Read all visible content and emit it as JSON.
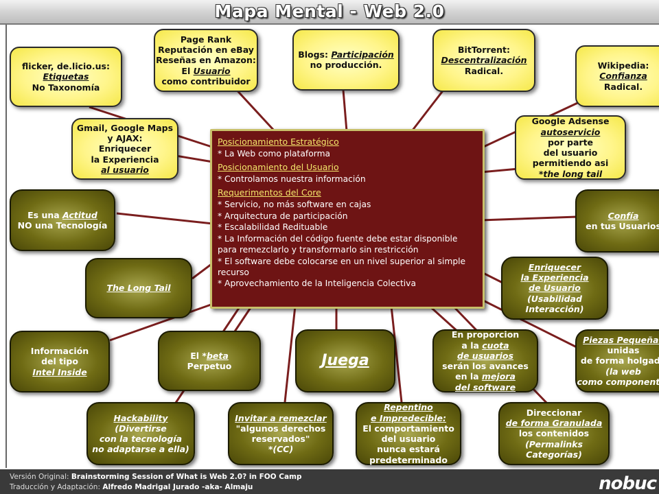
{
  "title": "Mapa Mental - Web 2.0",
  "center": {
    "sections": [
      {
        "heading": "Posicionamiento Estratégico",
        "items": [
          " * La Web como plataforma"
        ]
      },
      {
        "heading": "Posicionamiento del Usuario",
        "items": [
          " * Controlamos nuestra información"
        ]
      },
      {
        "heading": "Requerimentos del Core",
        "items": [
          " * Servicio, no más software en cajas",
          " * Arquitectura de participación",
          " * Escalabilidad Redituable",
          " * La Información del código fuente debe estar disponible para remezclarlo y transformarlo sin restricción",
          " * El software debe colocarse en un nivel superior al simple recurso",
          "* Aprovechamiento de la Inteligencia Colectiva"
        ]
      }
    ]
  },
  "nodes": {
    "flicker": [
      "flicker, de.licio.us:",
      "Etiquetas",
      "No Taxonomía"
    ],
    "pagerank": [
      "Page Rank",
      "Reputación en eBay",
      "Reseñas en Amazon:",
      "El ",
      "Usuario",
      "como contribuidor"
    ],
    "blogs": [
      "Blogs: ",
      "Participación",
      "no producción."
    ],
    "bittorrent": [
      "BitTorrent:",
      "Descentralización",
      "Radical."
    ],
    "wikipedia": [
      "Wikipedia:",
      "Confianza",
      "Radical."
    ],
    "gmail": [
      "Gmail, Google Maps",
      "y AJAX:",
      "Enriquecer",
      "la Experiencia",
      "al usuario"
    ],
    "adsense": [
      "Google Adsense",
      "autoservicio",
      "por parte",
      "del usuario",
      "permitiendo asi",
      "*the long tail"
    ],
    "actitud": [
      "Es una ",
      "Actitud",
      "NO una Tecnología"
    ],
    "confia": [
      "Confía",
      "en tus Usuarios"
    ],
    "longtail": [
      "The Long Tail"
    ],
    "enriquecer": [
      "Enriquecer",
      "la Experiencia",
      "de Usuario",
      "(Usabilidad",
      "Interacción)"
    ],
    "intel": [
      "Información",
      "del tipo",
      "Intel Inside"
    ],
    "beta": [
      "El *",
      "beta",
      "Perpetuo"
    ],
    "juega": [
      "Juega"
    ],
    "proporcion": [
      "En proporcion",
      "a la ",
      "cuota",
      "de usuarios",
      "serán los avances",
      "en la ",
      "mejora",
      "del software"
    ],
    "piezas": [
      "Piezas Pequeñas",
      "unidas",
      "de forma holgada",
      "(la web",
      "como componente)"
    ],
    "hackability": [
      "Hackability",
      "(Divertirse",
      "con la tecnología",
      "no adaptarse a ella)"
    ],
    "remezclar": [
      "Invitar a remezclar",
      "\"algunos derechos",
      "reservados\"",
      "*(CC)"
    ],
    "repentino": [
      "Repentino",
      "e Impredecible:",
      "El comportamiento",
      "del usuario",
      "nunca estará",
      "predeterminado"
    ],
    "direccionar": [
      "Direccionar",
      "de forma Granulada",
      "los contenidos",
      "(Permalinks",
      "Categorías)"
    ]
  },
  "footer": {
    "line1_label": "Versión Original: ",
    "line1_value": "Brainstorming Session of What is Web 2.0? in FOO Camp",
    "line2_label": "Traducción y Adaptación: ",
    "line2_value": "Alfredo Madrigal Jurado -aka- Almaju",
    "logo": "nobuc"
  },
  "colors": {
    "center_bg": "#6e1414",
    "yellow_node": "#fff58a",
    "olive_node": "#6f6b14",
    "connector": "#7a1e1e"
  }
}
